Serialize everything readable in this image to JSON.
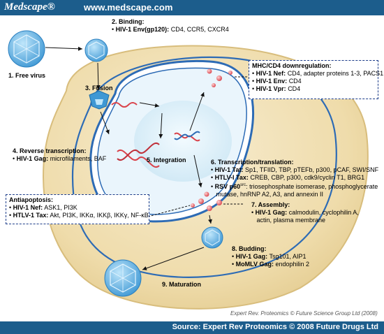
{
  "header": {
    "logo": "Medscape®",
    "url": "www.medscape.com"
  },
  "footer": {
    "credit": "Expert Rev. Proteomics © Future Science Group Ltd (2008)",
    "source": "Source: Expert Rev Proteomics © 2008 Future Drugs Ltd"
  },
  "steps": {
    "free_virus": "1. Free virus",
    "binding": {
      "title": "2. Binding:",
      "line1_bold": "HIV-1 Env(gp120):",
      "line1_rest": "CD4, CCR5, CXCR4"
    },
    "fusion": "3. Fusion",
    "reverse_transcription": {
      "title": "4. Reverse transcription:",
      "line1_bold": "HIV-1 Gag:",
      "line1_rest": "microfilaments, BAF"
    },
    "integration": "5. Integration",
    "transcription": {
      "title": "6. Transcription/translation:",
      "l1_bold": "HIV-1 Tat:",
      "l1_rest": "Sp1, TFIID, TBP, pTEFb, p300, pCAF, SWI/SNF",
      "l2_bold": "HTLV-I Tax:",
      "l2_rest": "CREB, CBP, p300, cdk9/cyclin T1, BRG1",
      "l3_bold": "RSV p60",
      "l3_sup": "src",
      "l3_rest": ": triosephosphate isomerase, phosphoglycerate",
      "l4": "mutase, hnRNP A2, A3, and annexin II"
    },
    "assembly": {
      "title": "7. Assembly:",
      "l1_bold": "HIV-1 Gag:",
      "l1_rest": "calmodulin, cyclophilin A,",
      "l2": "actin, plasma membrane"
    },
    "budding": {
      "title": "8. Budding:",
      "l1_bold": "HIV-1 Gag:",
      "l1_rest": "Tsg101, AIP1",
      "l2_bold": "MoMLV Gag:",
      "l2_rest": "endophilin 2"
    },
    "maturation": "9. Maturation"
  },
  "boxes": {
    "mhc": {
      "title": "MHC/CD4 downregulation:",
      "l1_bold": "HIV-1 Nef:",
      "l1_rest": "CD4, adapter proteins 1-3, PACS1",
      "l2_bold": "HIV-1 Env:",
      "l2_rest": "CD4",
      "l3_bold": "HIV-1 Vpr:",
      "l3_rest": "CD4"
    },
    "antiapoptosis": {
      "title": "Antiapoptosis:",
      "l1_bold": "HIV-1 Nef:",
      "l1_rest": "ASK1, PI3K",
      "l2_bold": "HTLV-1 Tax:",
      "l2_rest": "Akt, PI3K, IKKα, IKKβ, IKKγ, NF-κB"
    }
  },
  "colors": {
    "banner": "#1c5d8c",
    "cytoplasm": "#efdcab",
    "nucleus": "#cfe8f5",
    "membrane": "#2d6bb5",
    "virus": "#5fb4e6",
    "rna": "#d9434b",
    "box_border": "#1d3d8a"
  }
}
